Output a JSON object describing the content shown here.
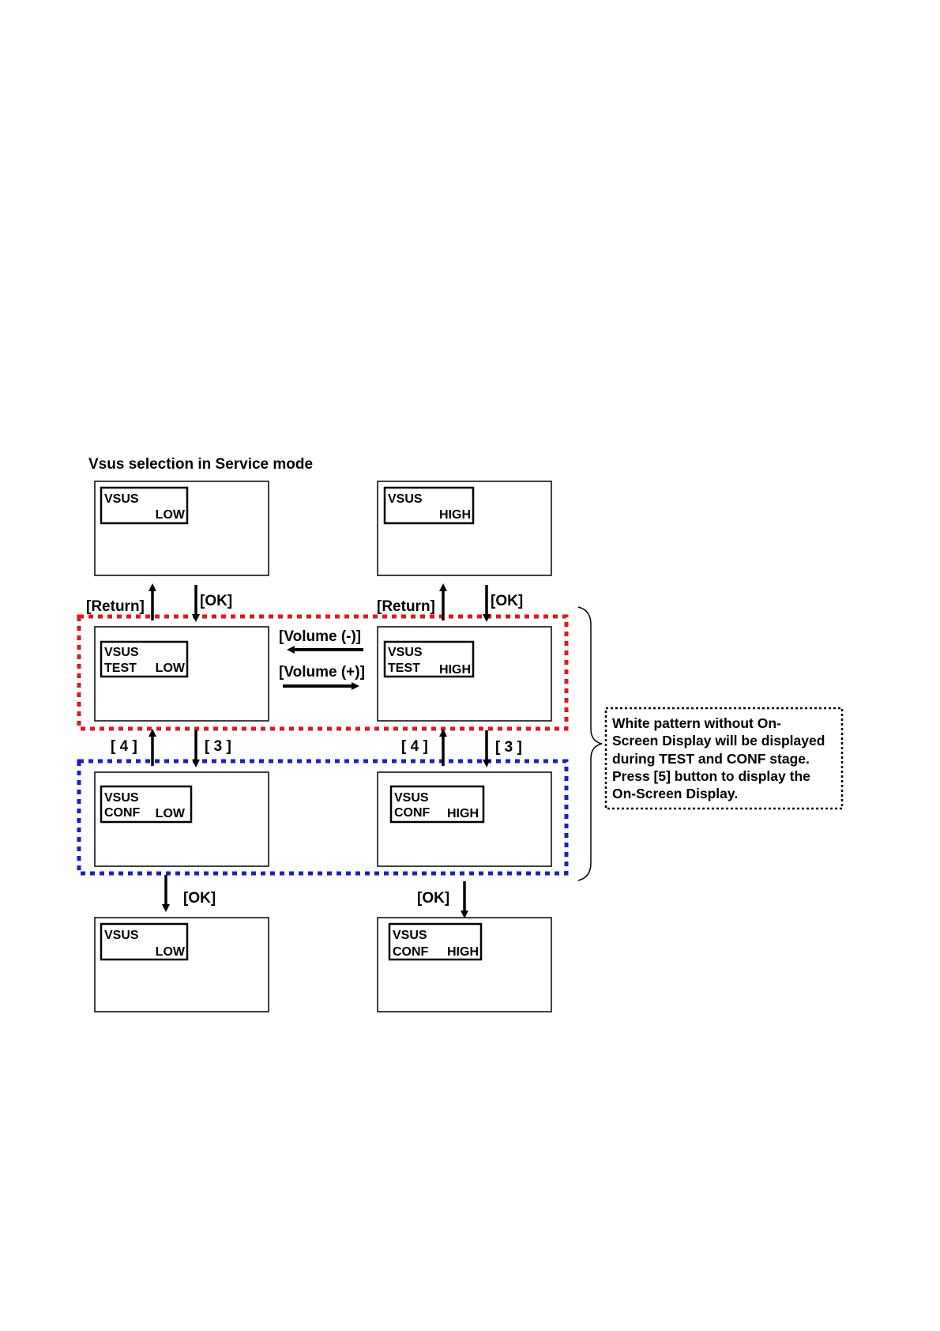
{
  "title": "Vsus selection in Service mode",
  "screens": {
    "top_low": {
      "line1": "VSUS",
      "line2": "",
      "level": "LOW"
    },
    "top_high": {
      "line1": "VSUS",
      "line2": "",
      "level": "HIGH"
    },
    "test_low": {
      "line1": "VSUS",
      "line2": "TEST",
      "level": "LOW"
    },
    "test_high": {
      "line1": "VSUS",
      "line2": "TEST",
      "level": "HIGH"
    },
    "conf_low": {
      "line1": "VSUS",
      "line2": "CONF",
      "level": "LOW"
    },
    "conf_high": {
      "line1": "VSUS",
      "line2": "CONF",
      "level": "HIGH"
    },
    "final_low": {
      "line1": "VSUS",
      "line2": "",
      "level": "LOW"
    },
    "final_high": {
      "line1": "VSUS",
      "line2": "CONF",
      "level": "HIGH"
    }
  },
  "labels": {
    "return": "[Return]",
    "ok": "[OK]",
    "volume_minus": "[Volume (-)]",
    "volume_plus": "[Volume (+)]",
    "key4": "[ 4 ]",
    "key3": "[ 3 ]"
  },
  "note": {
    "lines": [
      "White pattern without On-",
      "Screen Display will be displayed",
      "during TEST and CONF stage.",
      "Press [5] button to display the",
      "On-Screen Display."
    ]
  },
  "colors": {
    "test_group": "#e8141b",
    "conf_group": "#1b1bd6",
    "line": "#000000"
  }
}
